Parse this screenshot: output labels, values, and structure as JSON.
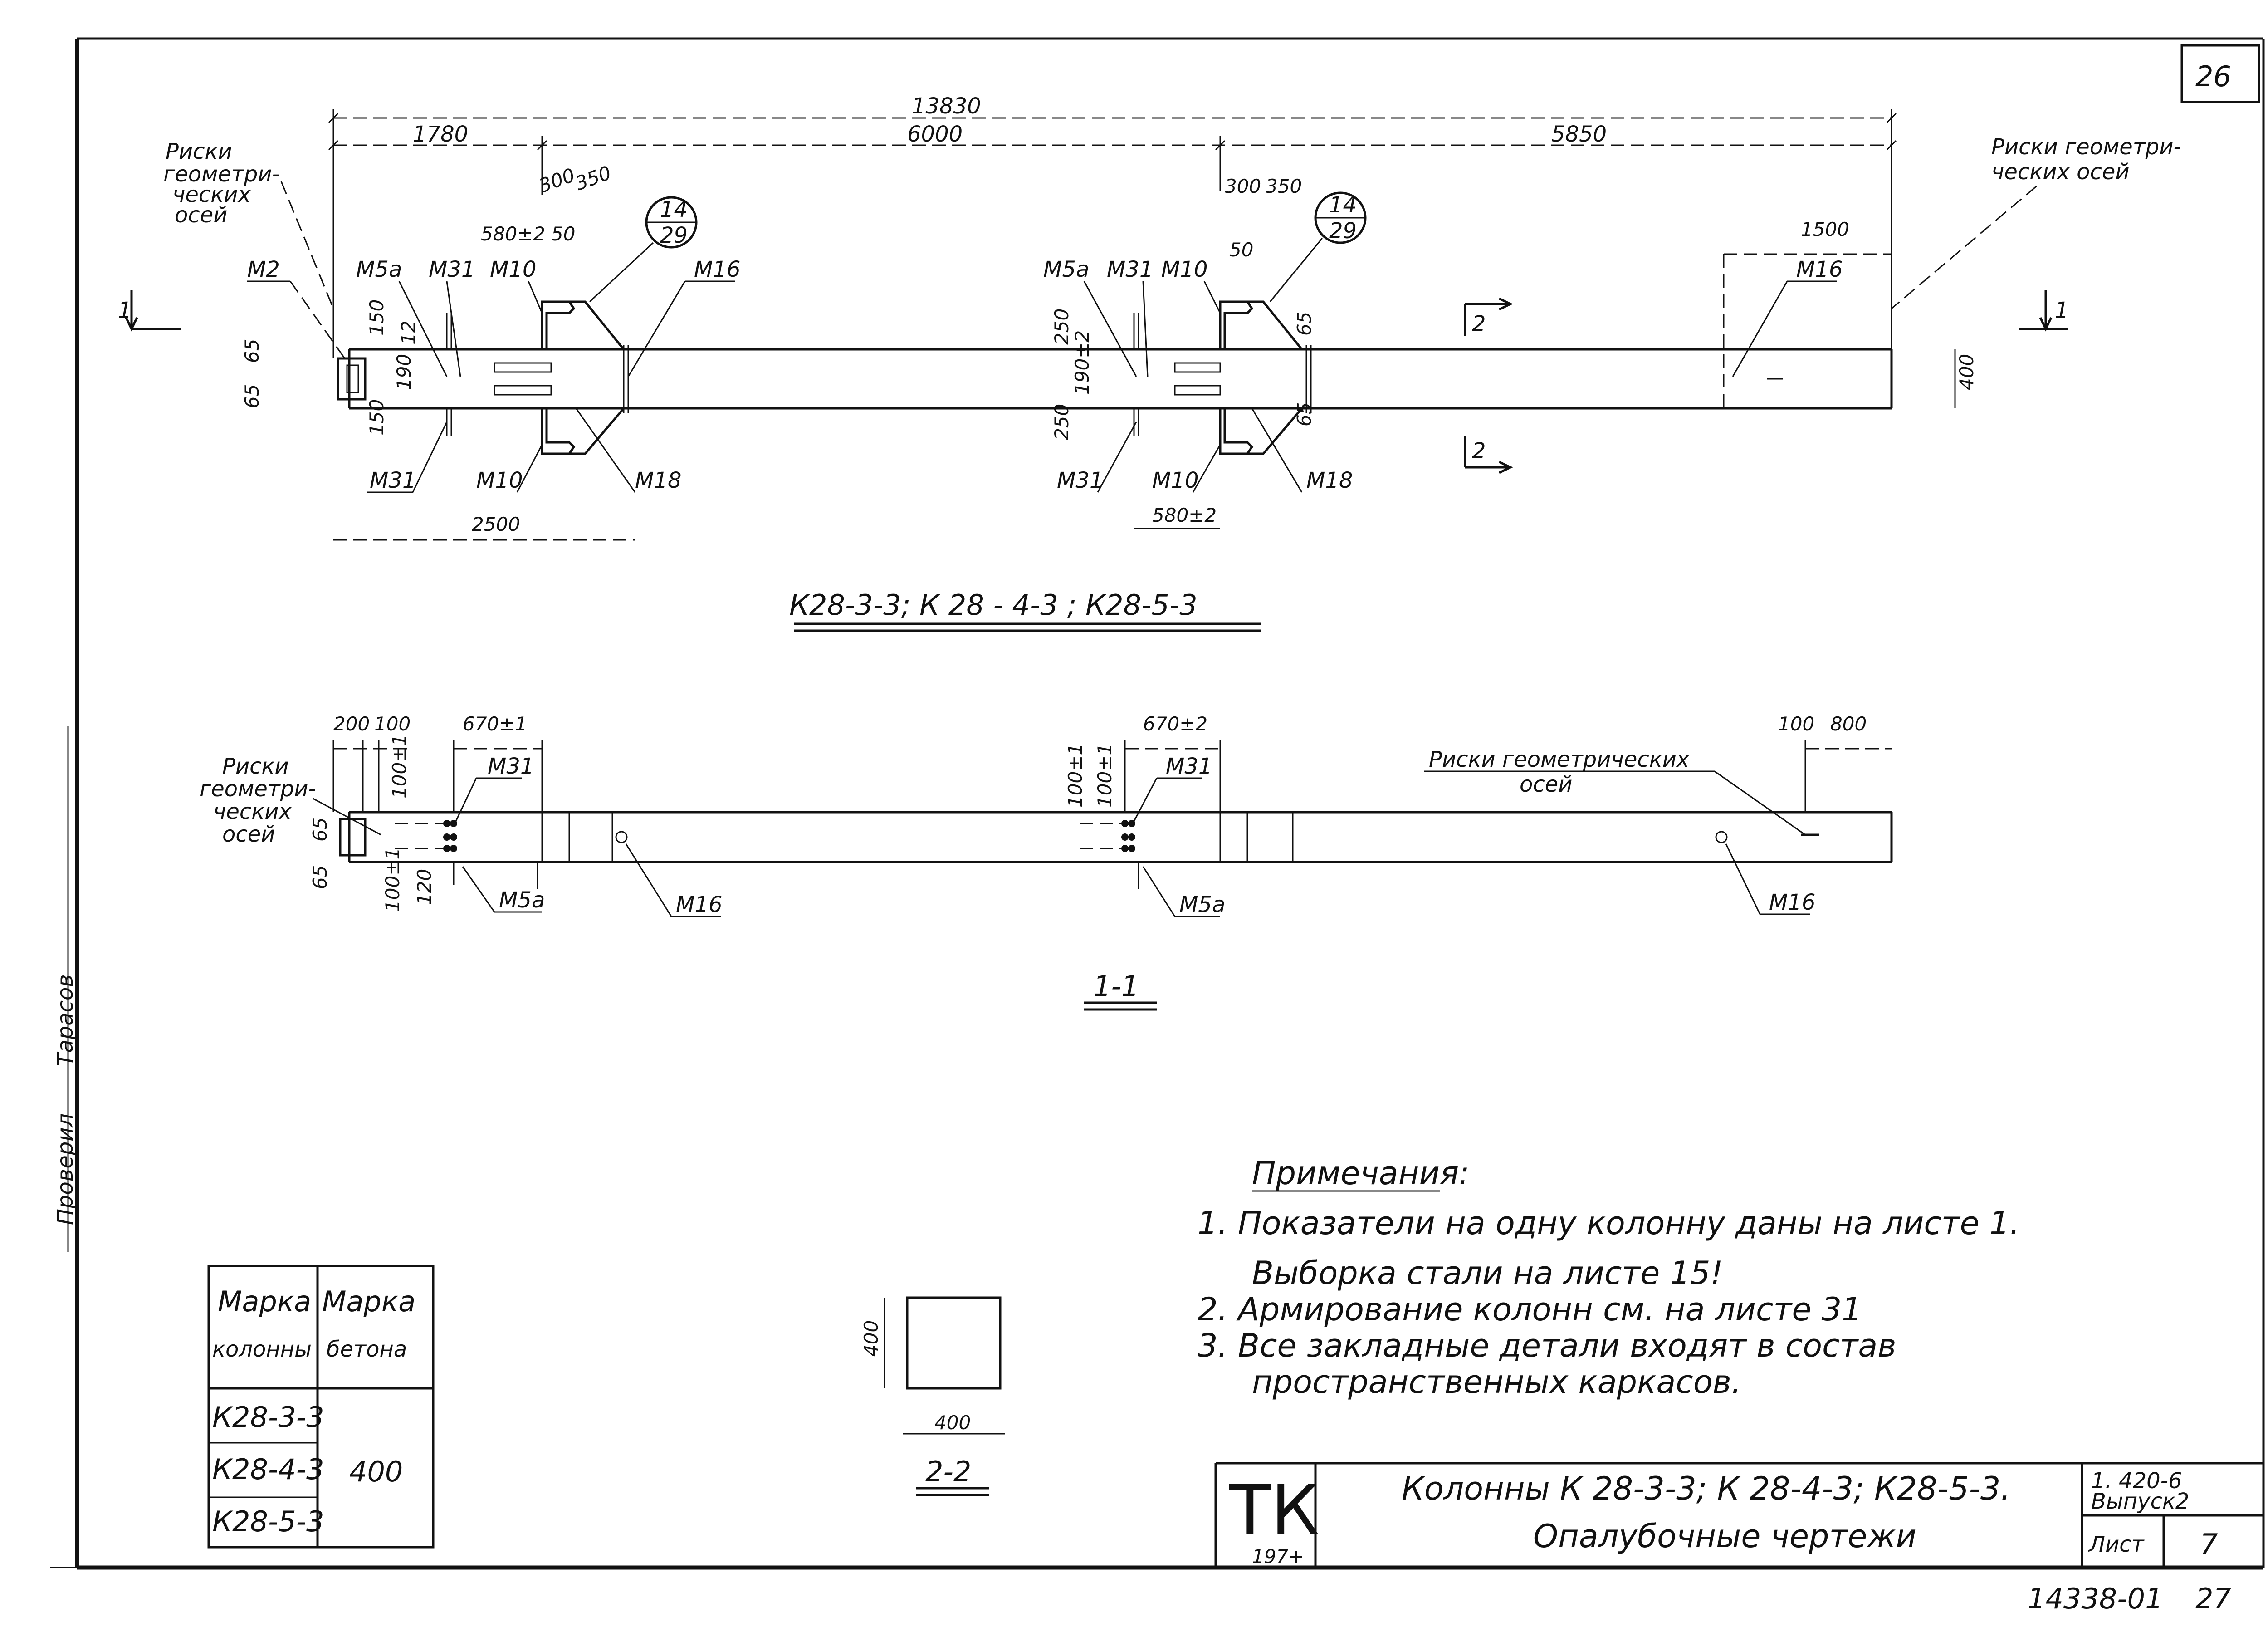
{
  "sheet": {
    "corner_number": "26",
    "bottom_left_code": "14338-01",
    "bottom_right_code": "27"
  },
  "side_stamp": [
    "Проверил",
    "Тарасов"
  ],
  "top_view": {
    "dims": {
      "overall": "13830",
      "left_segment": "1780",
      "middle_segment": "6000",
      "right_segment": "5850",
      "d300a": "300",
      "d350a": "350",
      "d300b": "300",
      "d350b": "350",
      "d580a": "580±2",
      "d580b": "580±2",
      "d50a": "50",
      "d50b": "50",
      "d1500": "1500",
      "d2500": "2500",
      "d65a": "65",
      "d65b": "65",
      "d65c": "65",
      "d65d": "65",
      "d150a": "150",
      "d150b": "150",
      "d12": "12",
      "d190a": "190",
      "d250a": "250",
      "d250b": "250",
      "d190b": "190±2",
      "d400": "400"
    },
    "labels": {
      "marks_left": [
        "Риски",
        "геометри-",
        "ческих",
        "осей"
      ],
      "marks_right": [
        "Риски геометри-",
        "ческих осей"
      ],
      "m2": "М2",
      "m5a_1": "М5а",
      "m31_1": "М31",
      "m10_1": "М10",
      "m16_1": "М16",
      "m5a_2": "М5а",
      "m31_2": "М31",
      "m10_2": "М10",
      "m16_2": "М16",
      "m31_3": "М31",
      "m10_3": "М10",
      "m18_1": "М18",
      "m31_4": "М31",
      "m10_4": "М10",
      "m18_2": "М18",
      "circle_top_1": "14",
      "circle_bottom_1": "29",
      "circle_top_2": "14",
      "circle_bottom_2": "29",
      "section_1_left": "1",
      "section_1_right": "1",
      "section_2_top": "2",
      "section_2_bottom": "2"
    },
    "title": "К28-3-3; К 28 - 4-3 ; К28-5-3"
  },
  "section_1_1": {
    "dims": {
      "d200": "200",
      "d100": "100",
      "d670a": "670±1",
      "d670b": "670±2",
      "d100_1": "100±1",
      "d100_2": "100±1",
      "d100_3": "100±1",
      "d100_4": "100±1",
      "d65a": "65",
      "d65b": "65",
      "d120": "120",
      "d100r": "100",
      "d800": "800"
    },
    "labels": {
      "marks_left": [
        "Риски",
        "геометри-",
        "ческих",
        "осей"
      ],
      "marks_right": [
        "Риски геометрических",
        "осей"
      ],
      "m31_1": "М31",
      "m31_2": "М31",
      "m5a_1": "М5а",
      "m5a_2": "М5а",
      "m16_1": "М16",
      "m16_2": "М16"
    },
    "title": "1-1"
  },
  "section_2_2": {
    "dim_h": "400",
    "dim_v": "400",
    "title": "2-2"
  },
  "notes": {
    "heading": "Примечания:",
    "items": [
      "1. Показатели на одну колонну даны на листе 1.",
      "Выборка стали на листе 15!",
      "2. Армирование колонн см. на листе 31",
      "3. Все закладные детали входят в состав",
      "пространственных каркасов."
    ]
  },
  "marks_table": {
    "headers": [
      "Марка",
      "колонны",
      "Марка",
      "бетона"
    ],
    "rows": [
      "К28-3-3",
      "К28-4-3",
      "К28-5-3"
    ],
    "concrete": "400"
  },
  "title_block": {
    "org": "ТК",
    "org_code": "197+",
    "line1": "Колонны     К 28-3-3; К 28-4-3; К28-5-3.",
    "line2": "Опалубочные   чертежи",
    "series": "1. 420-6",
    "issue": "Выпуск2",
    "sheet_label": "Лист",
    "sheet_no": "7"
  }
}
